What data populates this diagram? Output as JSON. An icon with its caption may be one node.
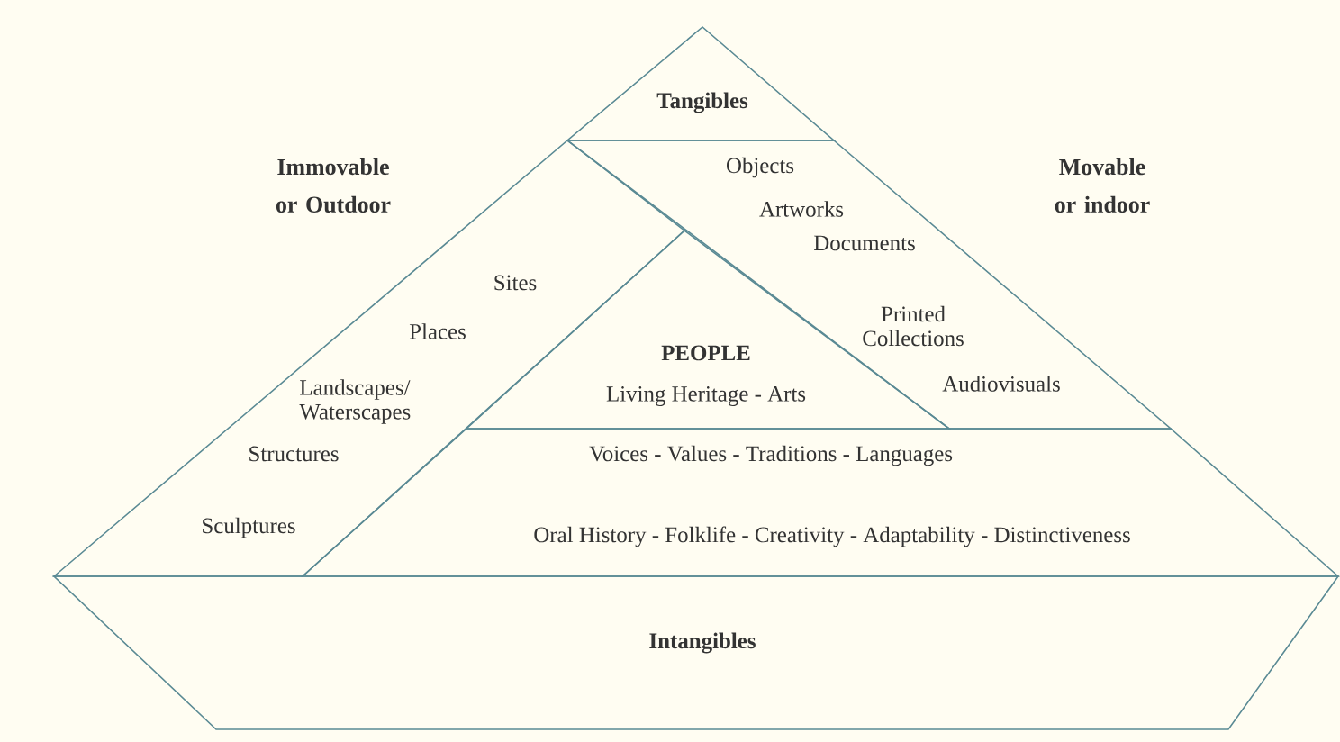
{
  "diagram": {
    "nodes": [
      {
        "text": [
          "Tangibles"
        ]
      },
      {
        "text": [
          "Sites",
          "Places",
          "Landscapes/ Waterscapes",
          "Structures",
          "Sculptures"
        ]
      },
      {
        "text": [
          "Objects",
          "Artworks",
          "Documents",
          "Printed Collections",
          "Audiovisuals"
        ]
      },
      {
        "text": [
          "PEOPLE",
          "Living Heritage - Arts"
        ]
      },
      {
        "text": [
          "Voices - Values - Traditions - Languages",
          "Oral History - Folklife - Creativity - Adaptability - Distinctiveness"
        ]
      },
      {
        "text": [
          "Intangibles"
        ]
      }
    ],
    "labels": [
      "Immovable or Outdoor",
      "Movable or indoor"
    ]
  }
}
